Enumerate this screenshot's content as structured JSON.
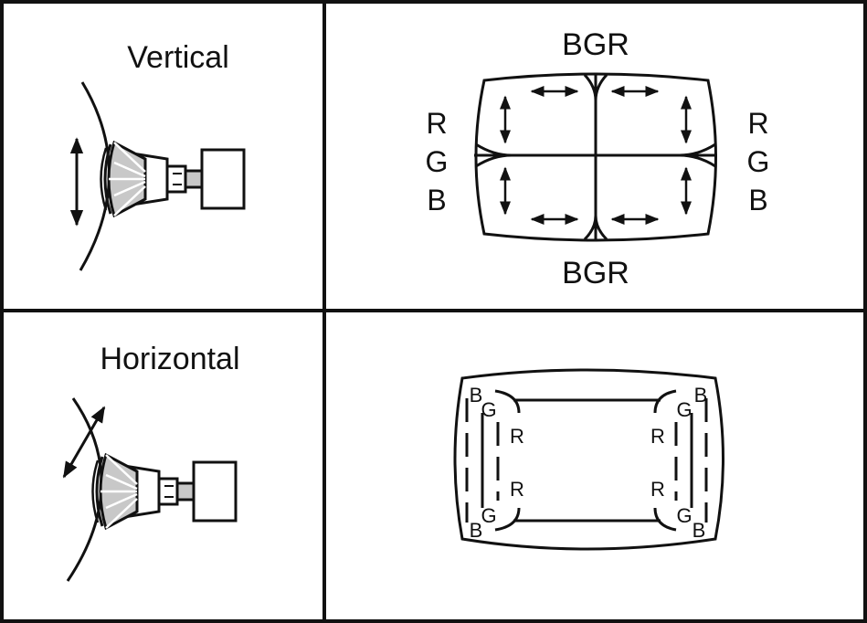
{
  "panels": {
    "vertical": {
      "label": "Vertical"
    },
    "horizontal": {
      "label": "Horizontal"
    }
  },
  "vertical_screen": {
    "top_label": "BGR",
    "bottom_label": "BGR",
    "left_letters": [
      "R",
      "G",
      "B"
    ],
    "right_letters": [
      "R",
      "G",
      "B"
    ]
  },
  "horizontal_screen": {
    "corner_outer": [
      "B",
      "B",
      "B",
      "B"
    ],
    "corner_middle": [
      "G",
      "G",
      "G",
      "G"
    ],
    "inner_letters": [
      "R",
      "R",
      "R",
      "R"
    ]
  },
  "colors": {
    "line": "#111111",
    "yoke_fill": "#c8c8c8",
    "background": "#ffffff"
  }
}
